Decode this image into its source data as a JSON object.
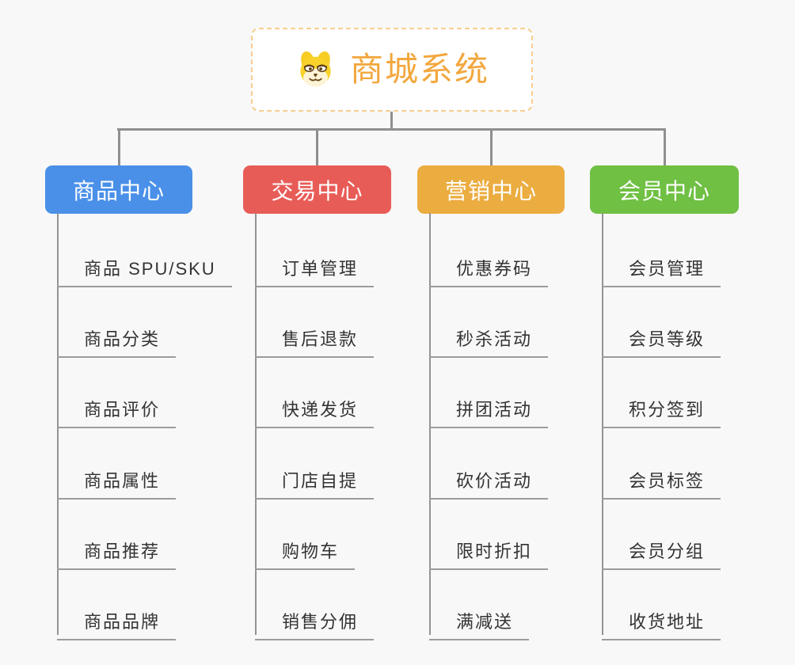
{
  "page": {
    "background_color": "#F8F8F8",
    "connector_color": "#8F8F8F",
    "leaf_line_color": "#9C9C9C",
    "leaf_text_color": "#333333"
  },
  "root": {
    "title": "商城系统",
    "icon": "dog-face-icon",
    "text_color": "#F2A73D",
    "border_color": "#F7CE8E",
    "background_color": "#FFFFFF"
  },
  "branches": [
    {
      "label": "商品中心",
      "color": "#4A90E8",
      "children": [
        "商品 SPU/SKU",
        "商品分类",
        "商品评价",
        "商品属性",
        "商品推荐",
        "商品品牌"
      ]
    },
    {
      "label": "交易中心",
      "color": "#E85C57",
      "children": [
        "订单管理",
        "售后退款",
        "快递发货",
        "门店自提",
        "购物车",
        "销售分佣"
      ]
    },
    {
      "label": "营销中心",
      "color": "#EBAC40",
      "children": [
        "优惠券码",
        "秒杀活动",
        "拼团活动",
        "砍价活动",
        "限时折扣",
        "满减送"
      ]
    },
    {
      "label": "会员中心",
      "color": "#6FC043",
      "children": [
        "会员管理",
        "会员等级",
        "积分签到",
        "会员标签",
        "会员分组",
        "收货地址"
      ]
    }
  ]
}
